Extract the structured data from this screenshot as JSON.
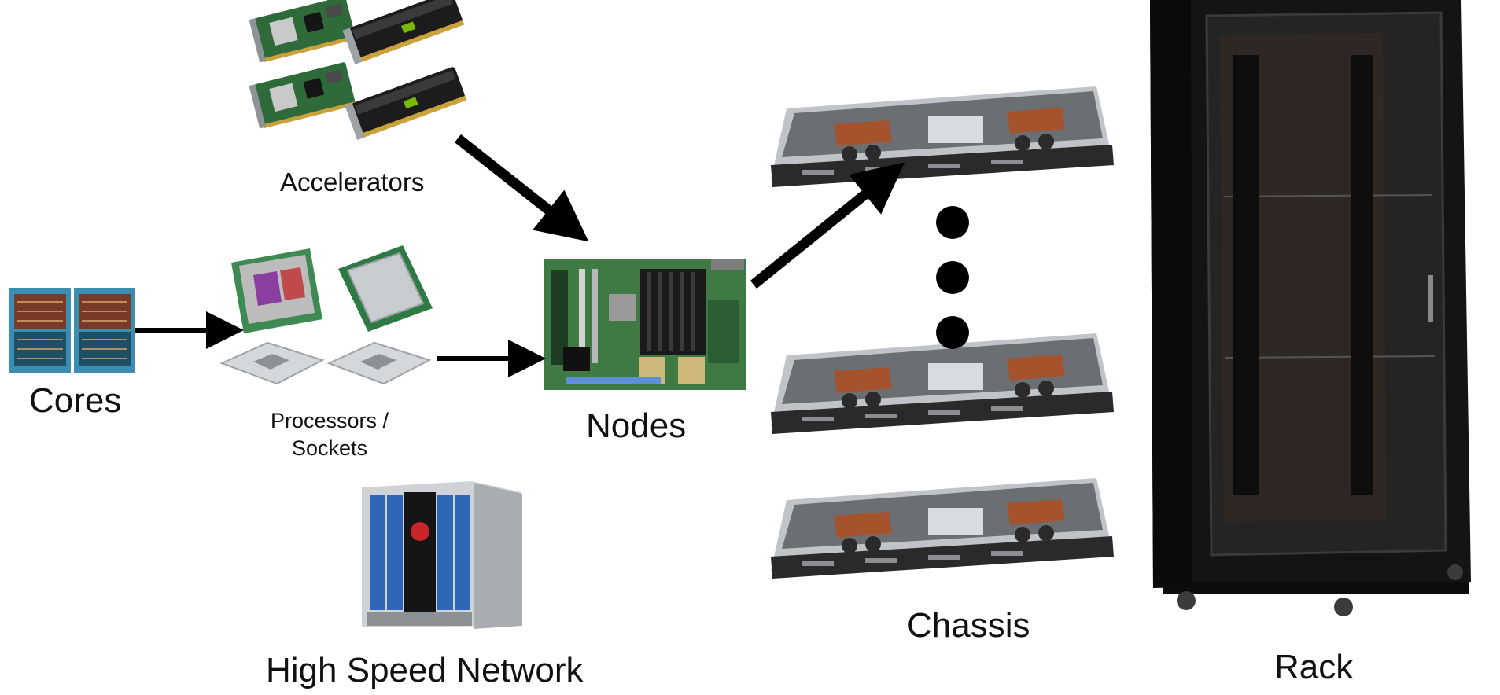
{
  "labels": {
    "accelerators": "Accelerators",
    "cores": "Cores",
    "processors_line1": "Processors /",
    "processors_line2": "Sockets",
    "nodes": "Nodes",
    "chassis": "Chassis",
    "rack": "Rack",
    "network": "High Speed Network"
  },
  "colors": {
    "arrow": "#000000",
    "pcb_green": "#2f6b3a",
    "gpu_black": "#1c1c1c",
    "copper": "#a4532c",
    "rack_black": "#141414",
    "server_silver": "#bfc3c7"
  }
}
